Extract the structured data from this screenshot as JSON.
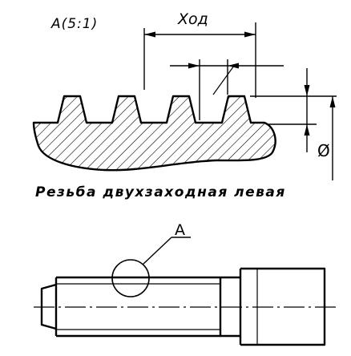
{
  "detail_view": {
    "label": "А(5:1)",
    "lead_dimension": "Ход",
    "diameter_symbol": "Ø"
  },
  "caption": "Резьба двухзаходная левая",
  "callout": {
    "label": "А"
  }
}
